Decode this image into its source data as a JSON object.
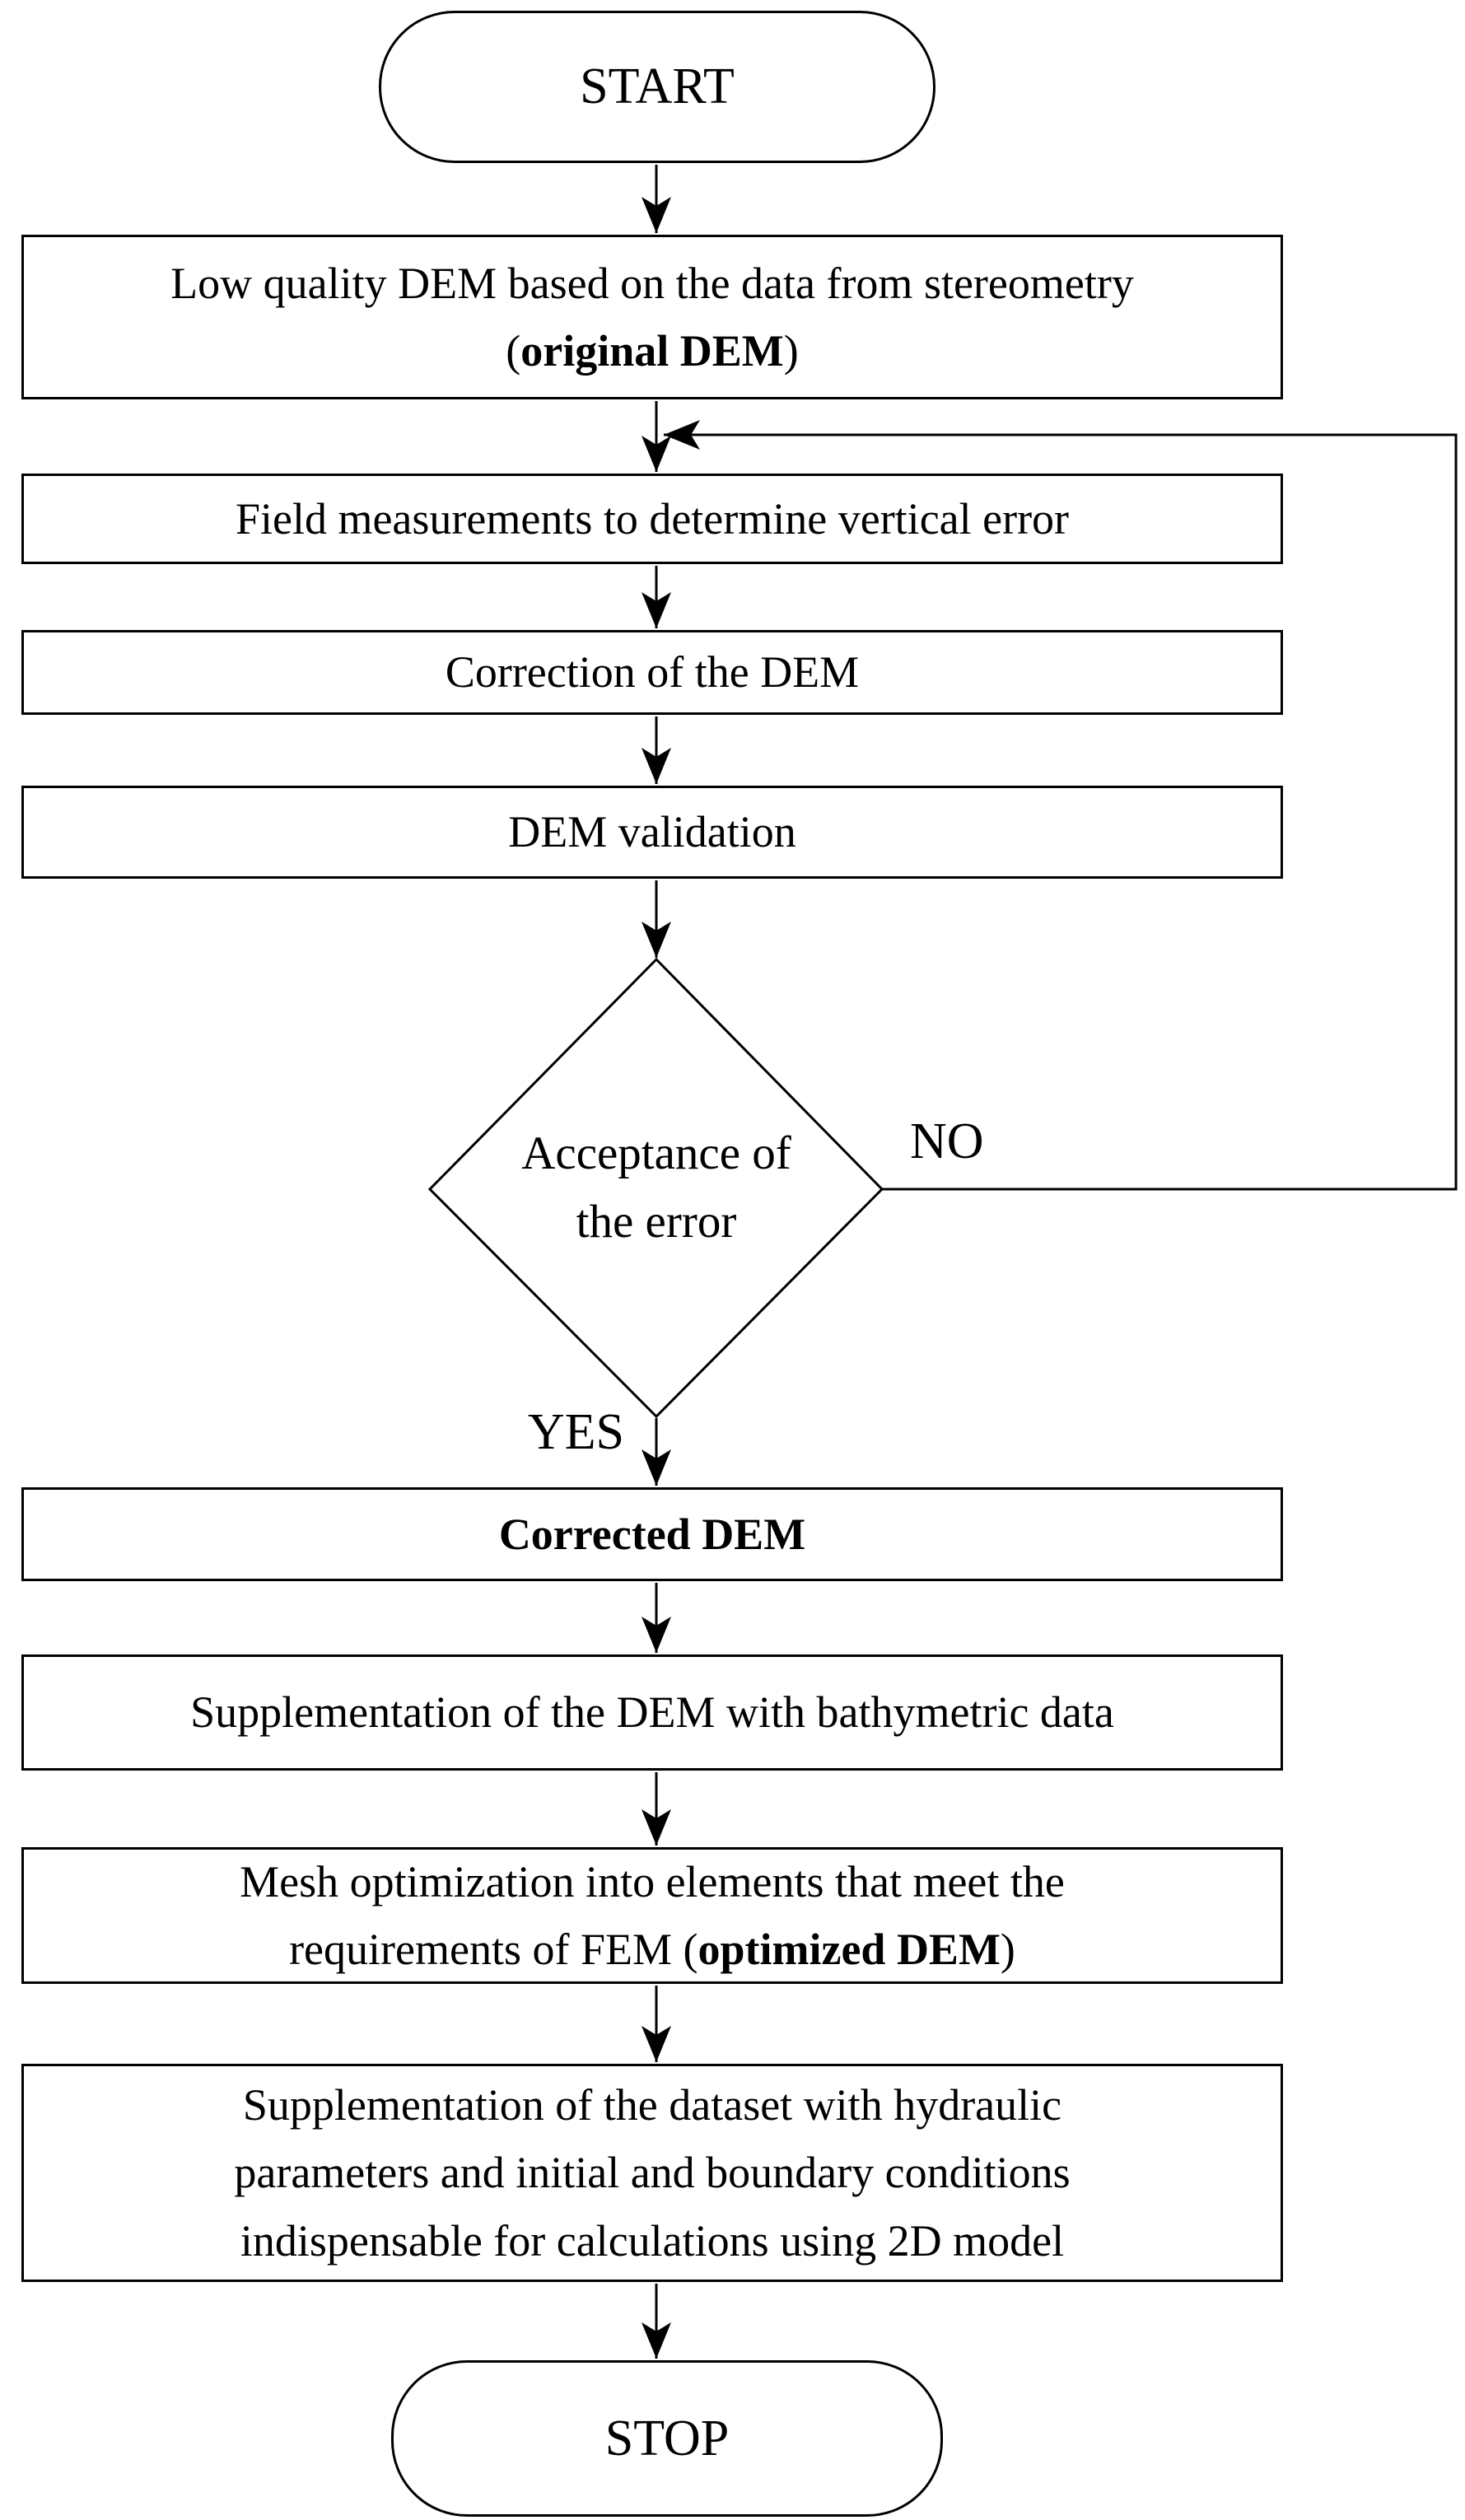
{
  "colors": {
    "background": "#ffffff",
    "line": "#000000",
    "text": "#000000"
  },
  "nodes": {
    "start": {
      "label": "START"
    },
    "low_quality_dem": {
      "line1": "Low quality DEM based on the data from stereometry",
      "line2_prefix": "(",
      "line2_bold": "original DEM",
      "line2_suffix": ")"
    },
    "field_measurements": {
      "label": "Field measurements to determine vertical error"
    },
    "correction": {
      "label": "Correction of the DEM"
    },
    "validation": {
      "label": "DEM validation"
    },
    "acceptance": {
      "line1": "Acceptance of",
      "line2": "the error"
    },
    "corrected_dem": {
      "label": "Corrected DEM"
    },
    "bathymetric": {
      "label": "Supplementation of the DEM with bathymetric data"
    },
    "mesh_optimization": {
      "line1": "Mesh optimization into elements that meet the",
      "line2_prefix": "requirements of FEM (",
      "line2_bold": "optimized DEM",
      "line2_suffix": ")"
    },
    "hydraulic": {
      "line1": "Supplementation of the dataset with hydraulic",
      "line2": "parameters and initial and boundary conditions",
      "line3": "indispensable for calculations using 2D model"
    },
    "stop": {
      "label": "STOP"
    }
  },
  "edges": {
    "no_label": "NO",
    "yes_label": "YES"
  }
}
